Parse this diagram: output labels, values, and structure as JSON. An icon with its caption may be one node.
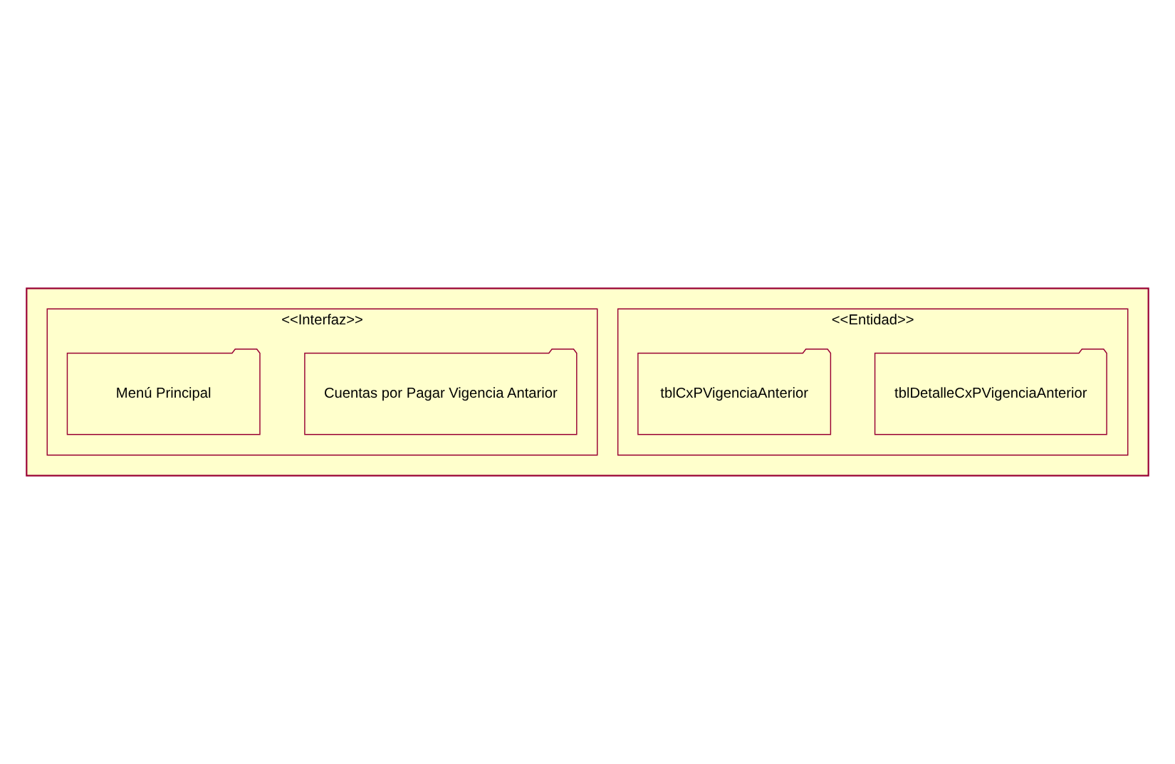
{
  "diagram": {
    "nodes": [
      {
        "text": [],
        "shape": "folder"
      },
      {
        "text": [
          "<<Interfaz>>"
        ],
        "in": 0
      },
      {
        "text": [
          "Menú Principal"
        ],
        "in": 1
      },
      {
        "text": [
          "Cuentas por Pagar Vigencia Antarior"
        ],
        "in": 1
      },
      {
        "text": [
          "<<Entidad>>"
        ],
        "in": 0
      },
      {
        "text": [
          "tblCxPVigenciaAnterior"
        ],
        "in": 4
      },
      {
        "text": [
          "tblDetalleCxPVigenciaAnterior"
        ],
        "in": 4
      }
    ],
    "edges": []
  }
}
